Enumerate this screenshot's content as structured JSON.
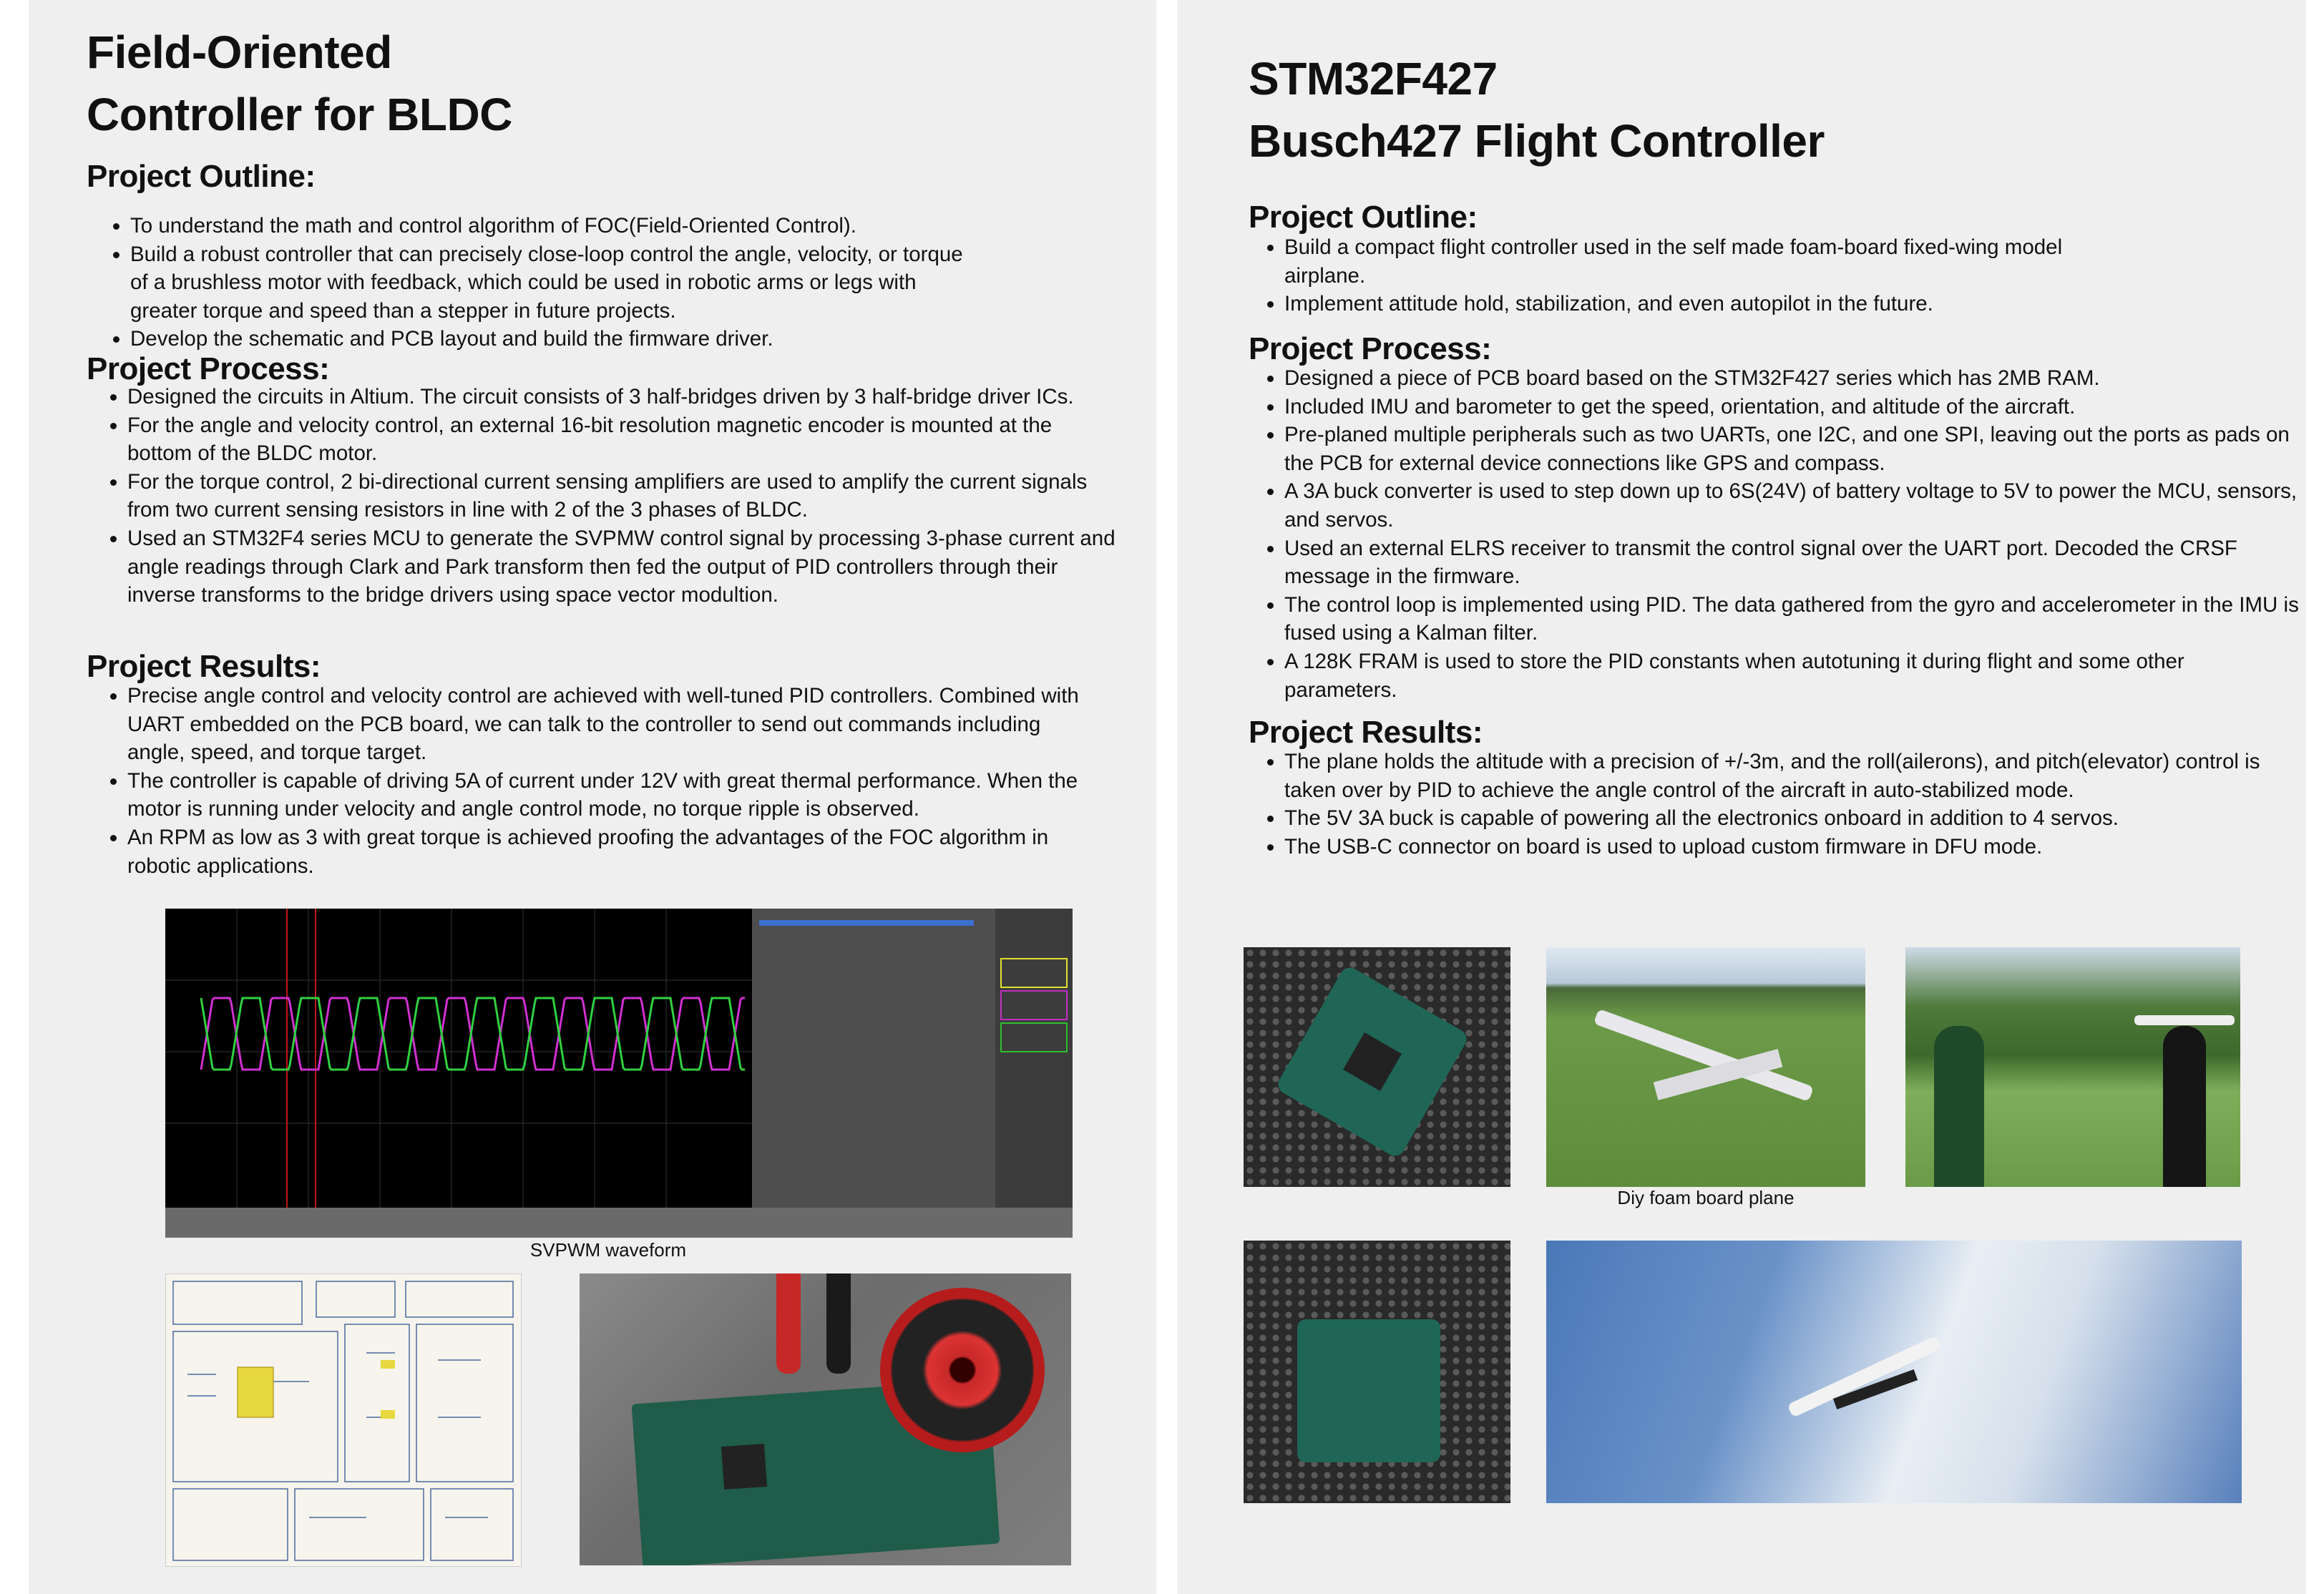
{
  "left": {
    "title_line1": "Field-Oriented",
    "title_line2": "Controller for BLDC",
    "outline_heading": "Project Outline:",
    "outline": [
      "To understand the math and control algorithm of FOC(Field-Oriented Control).",
      "Build a robust controller that can precisely close-loop control the angle, velocity, or torque of a brushless motor with feedback, which could be used in robotic arms or legs with greater torque and speed than a stepper in future projects.",
      "Develop the schematic and PCB layout and build the firmware driver."
    ],
    "process_heading": "Project Process:",
    "process": [
      "Designed the circuits in Altium. The circuit consists of 3 half-bridges driven by 3 half-bridge driver ICs.",
      "For the angle and velocity control, an external 16-bit resolution magnetic encoder is mounted at the bottom of the BLDC motor.",
      "For the torque control, 2 bi-directional current sensing amplifiers are used to amplify the current signals from two current sensing resistors in line with 2 of the 3 phases of BLDC.",
      "Used an STM32F4 series MCU to generate the SVPMW control signal by processing 3-phase current and angle readings through Clark and Park transform then fed the output of PID controllers through their inverse transforms to the bridge drivers using space vector modultion."
    ],
    "results_heading": "Project Results:",
    "results": [
      "Precise angle control and velocity control are achieved with well-tuned PID controllers. Combined with UART embedded on the PCB board, we can talk to the controller to send out commands including angle, speed, and torque target.",
      "The controller is capable of driving 5A of current under 12V with great thermal performance. When the motor is running under velocity and angle control mode, no torque ripple is observed.",
      "An RPM as low as 3 with great torque is achieved proofing the advantages of the FOC algorithm in robotic applications."
    ],
    "waveform_caption": "SVPWM waveform"
  },
  "right": {
    "title_line1": "STM32F427",
    "title_line2": "Busch427 Flight Controller",
    "outline_heading": "Project Outline:",
    "outline": [
      "Build a compact flight controller used in the self made foam-board fixed-wing model airplane.",
      "Implement attitude hold, stabilization, and even autopilot in the future."
    ],
    "process_heading": "Project Process:",
    "process": [
      "Designed a piece of PCB board based on the STM32F427 series which has 2MB RAM.",
      "Included IMU and barometer to get the speed, orientation, and altitude of the aircraft.",
      "Pre-planed multiple peripherals such as two UARTs, one I2C, and one SPI, leaving out the ports as pads on the PCB for external device connections like GPS and compass.",
      "A 3A buck converter is used to step down up to 6S(24V) of battery voltage to 5V to power the MCU, sensors, and servos.",
      "Used an external ELRS receiver to transmit the control signal over the UART port. Decoded the CRSF message in the firmware.",
      "The control loop is implemented using PID. The data gathered from the gyro and accelerometer in the IMU is fused using a Kalman filter.",
      "A 128K FRAM is used to store the PID constants when autotuning it during flight and some other parameters."
    ],
    "results_heading": "Project Results:",
    "results": [
      "The plane holds the altitude with a precision of +/-3m, and the roll(ailerons), and pitch(elevator) control is taken over by PID to achieve the angle control of the aircraft in auto-stabilized mode.",
      "The 5V 3A buck is capable of powering all the electronics onboard in addition to 4 servos.",
      "The USB-C connector on board is used to upload custom firmware in DFU mode."
    ],
    "plane_caption": "Diy foam board plane"
  },
  "colors": {
    "panel": "#efefef",
    "wave_a": "#d030d0",
    "wave_b": "#30d040",
    "pcb": "#1f5c4a"
  }
}
